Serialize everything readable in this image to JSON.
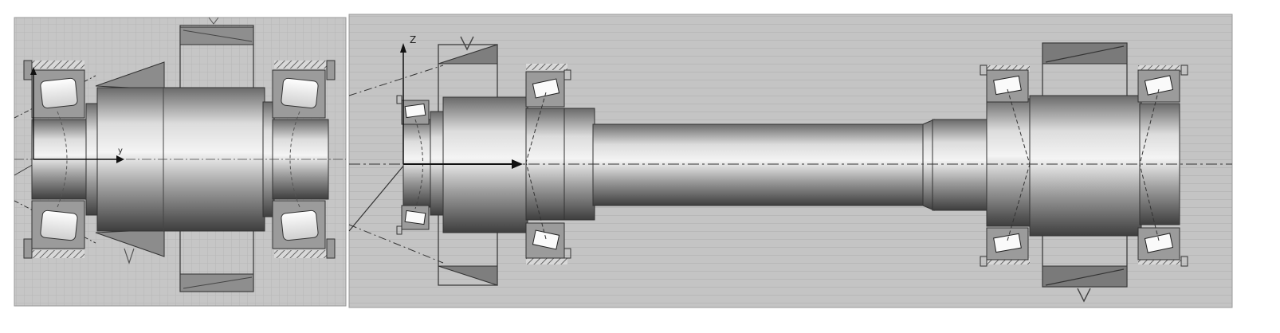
{
  "figure": {
    "panels": [
      {
        "id": "left",
        "description_visible": false
      },
      {
        "id": "right",
        "description_visible": false
      }
    ],
    "axis_labels": {
      "left_x": "y",
      "right_z": "Z"
    },
    "colors": {
      "background": "#c8c8c8",
      "grid": "#b4b4b4",
      "hatch": "#555555",
      "shaft_dark": "#5a5a5a",
      "shaft_light": "#f0f0f0",
      "gear": "#8a8a8a",
      "outline": "#2a2a2a"
    }
  }
}
